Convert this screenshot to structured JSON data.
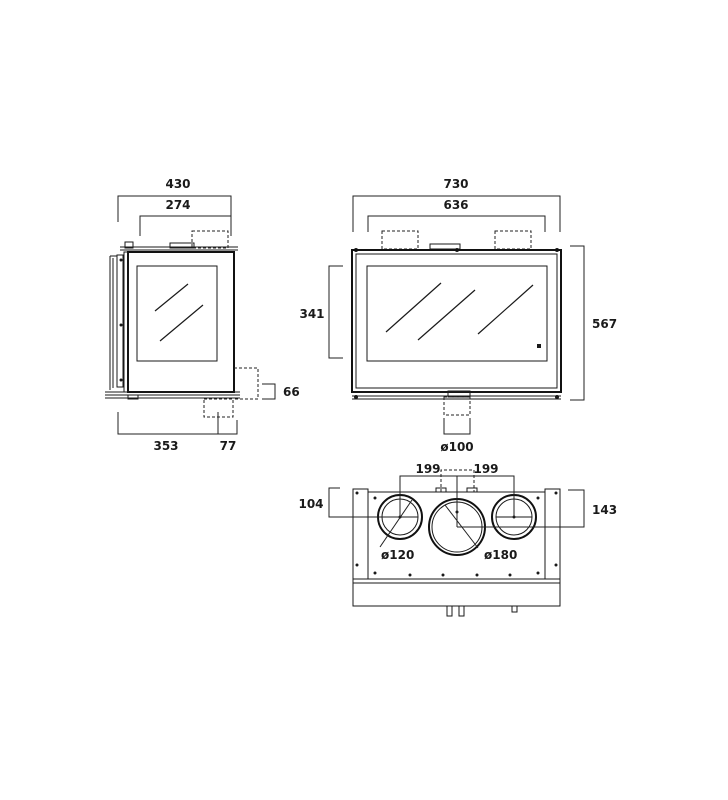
{
  "side_view": {
    "dim_width_total": "430",
    "dim_width_inner": "274",
    "dim_depth": "353",
    "dim_offset": "77",
    "dim_height_small": "66"
  },
  "front_view": {
    "dim_width_total": "730",
    "dim_width_inner": "636",
    "dim_height_window": "341",
    "dim_height_total": "567",
    "dim_pipe_diameter": "ø100"
  },
  "top_view": {
    "dim_spacing_left": "199",
    "dim_spacing_right": "199",
    "dim_left_offset": "104",
    "dim_right_offset": "143",
    "dim_small_duct": "ø120",
    "dim_large_duct": "ø180"
  },
  "colors": {
    "line": "#1a1a1a",
    "background": "#ffffff"
  }
}
